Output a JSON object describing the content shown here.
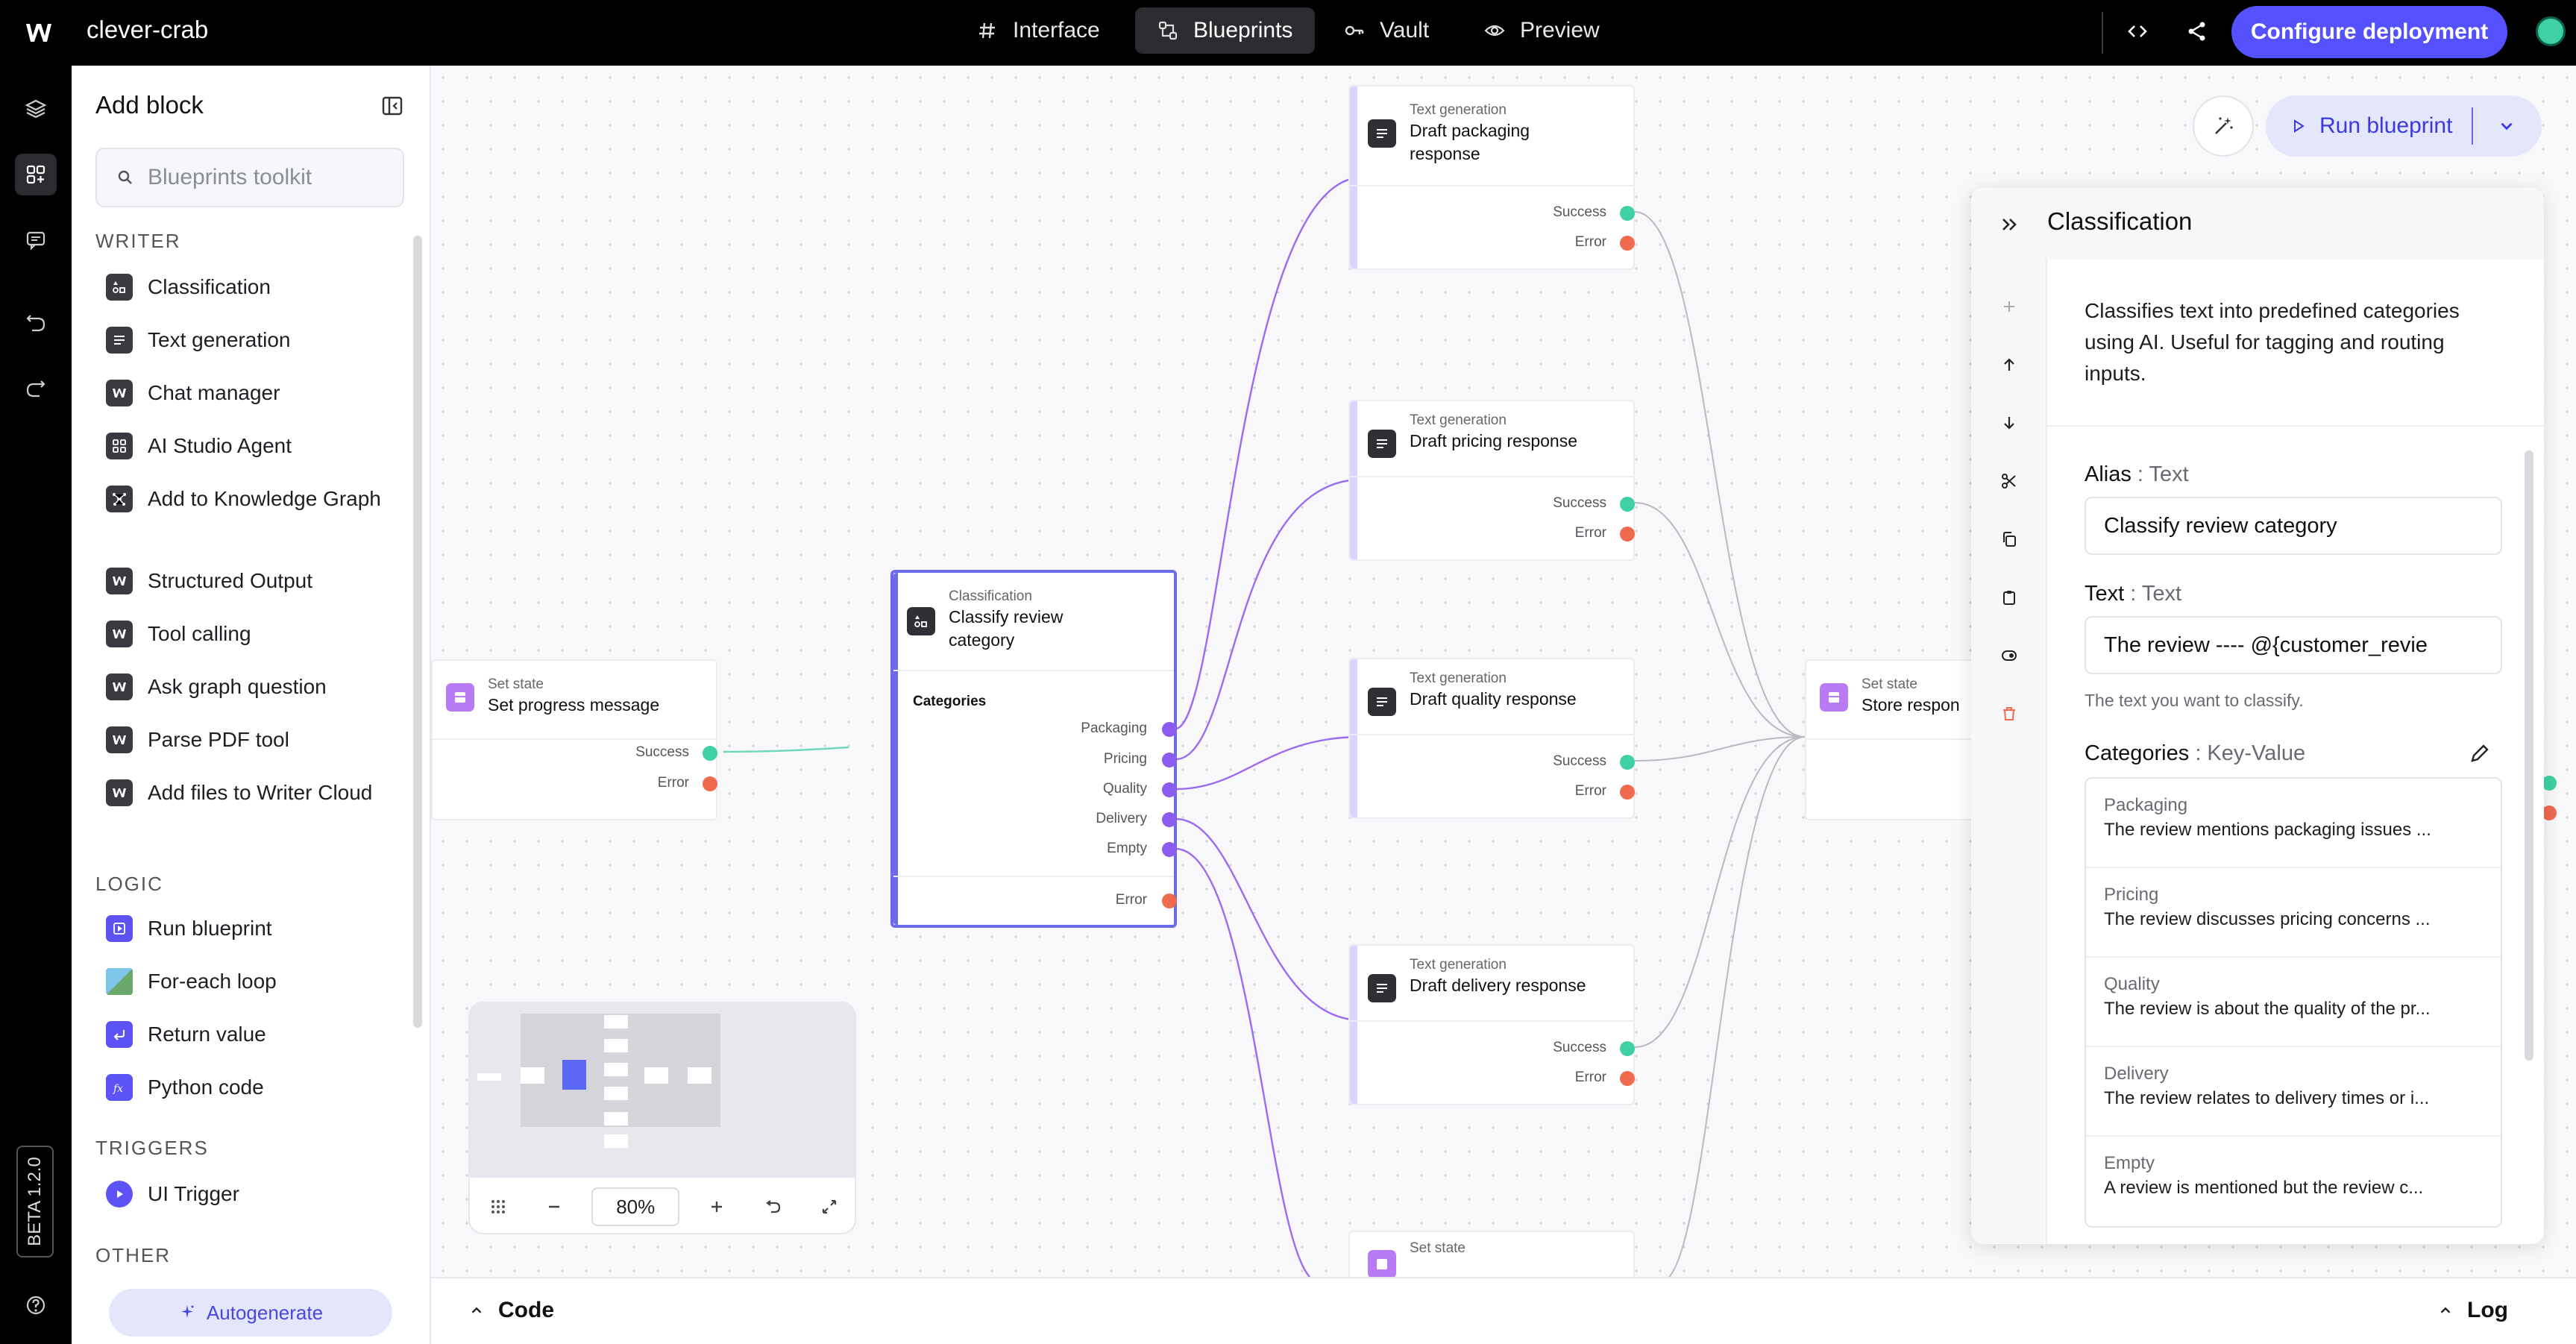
{
  "app": {
    "name": "clever-crab"
  },
  "nav": {
    "tabs": [
      {
        "label": "Interface",
        "icon": "hash-icon"
      },
      {
        "label": "Blueprints",
        "icon": "blueprints-icon"
      },
      {
        "label": "Vault",
        "icon": "key-icon"
      },
      {
        "label": "Preview",
        "icon": "eye-icon"
      }
    ],
    "active": "Blueprints",
    "deploy_label": "Configure deployment"
  },
  "rail": {
    "beta_label": "BETA 1.2.0"
  },
  "panel": {
    "title": "Add block",
    "search_placeholder": "Blueprints toolkit",
    "sections": {
      "writer": "WRITER",
      "logic": "LOGIC",
      "triggers": "TRIGGERS",
      "other": "OTHER"
    },
    "writer_items": [
      "Classification",
      "Text generation",
      "Chat manager",
      "AI Studio Agent",
      "Add to Knowledge Graph",
      "Structured Output",
      "Tool calling",
      "Ask graph question",
      "Parse PDF tool",
      "Add files to Writer Cloud"
    ],
    "logic_items": [
      "Run blueprint",
      "For-each loop",
      "Return value",
      "Python code"
    ],
    "trigger_items": [
      "UI Trigger"
    ],
    "autogenerate_label": "Autogenerate"
  },
  "canvas": {
    "zoom": "80%",
    "run_label": "Run blueprint",
    "nodes": {
      "set_progress": {
        "type": "Set state",
        "title": "Set progress message",
        "success": "Success",
        "error": "Error"
      },
      "classify": {
        "type": "Classification",
        "title": "Classify review category",
        "categories_label": "Categories",
        "ports": [
          "Packaging",
          "Pricing",
          "Quality",
          "Delivery",
          "Empty"
        ],
        "error": "Error"
      },
      "packaging": {
        "type": "Text generation",
        "title": "Draft packaging response",
        "success": "Success",
        "error": "Error"
      },
      "pricing": {
        "type": "Text generation",
        "title": "Draft pricing response",
        "success": "Success",
        "error": "Error"
      },
      "quality": {
        "type": "Text generation",
        "title": "Draft quality response",
        "success": "Success",
        "error": "Error"
      },
      "delivery": {
        "type": "Text generation",
        "title": "Draft delivery response",
        "success": "Success",
        "error": "Error"
      },
      "store": {
        "type": "Set state",
        "title": "Store respon"
      },
      "bottom": {
        "type": "Set state"
      }
    }
  },
  "settings": {
    "title": "Classification",
    "description": "Classifies text into predefined categories using AI. Useful for tagging and routing inputs.",
    "alias_label": "Alias",
    "alias_type": ": Text",
    "alias_value": "Classify review category",
    "text_label": "Text",
    "text_type": ": Text",
    "text_value": "The review ---- @{customer_revie",
    "text_hint": "The text you want to classify.",
    "categories_label": "Categories",
    "categories_type": ": Key-Value",
    "categories": [
      {
        "key": "Packaging",
        "value": "The review mentions packaging issues ..."
      },
      {
        "key": "Pricing",
        "value": "The review discusses pricing concerns ..."
      },
      {
        "key": "Quality",
        "value": "The review is about the quality of the pr..."
      },
      {
        "key": "Delivery",
        "value": "The review relates to delivery times or i..."
      },
      {
        "key": "Empty",
        "value": "A review is mentioned but the review c..."
      }
    ]
  },
  "bottom": {
    "code_label": "Code",
    "log_label": "Log"
  }
}
